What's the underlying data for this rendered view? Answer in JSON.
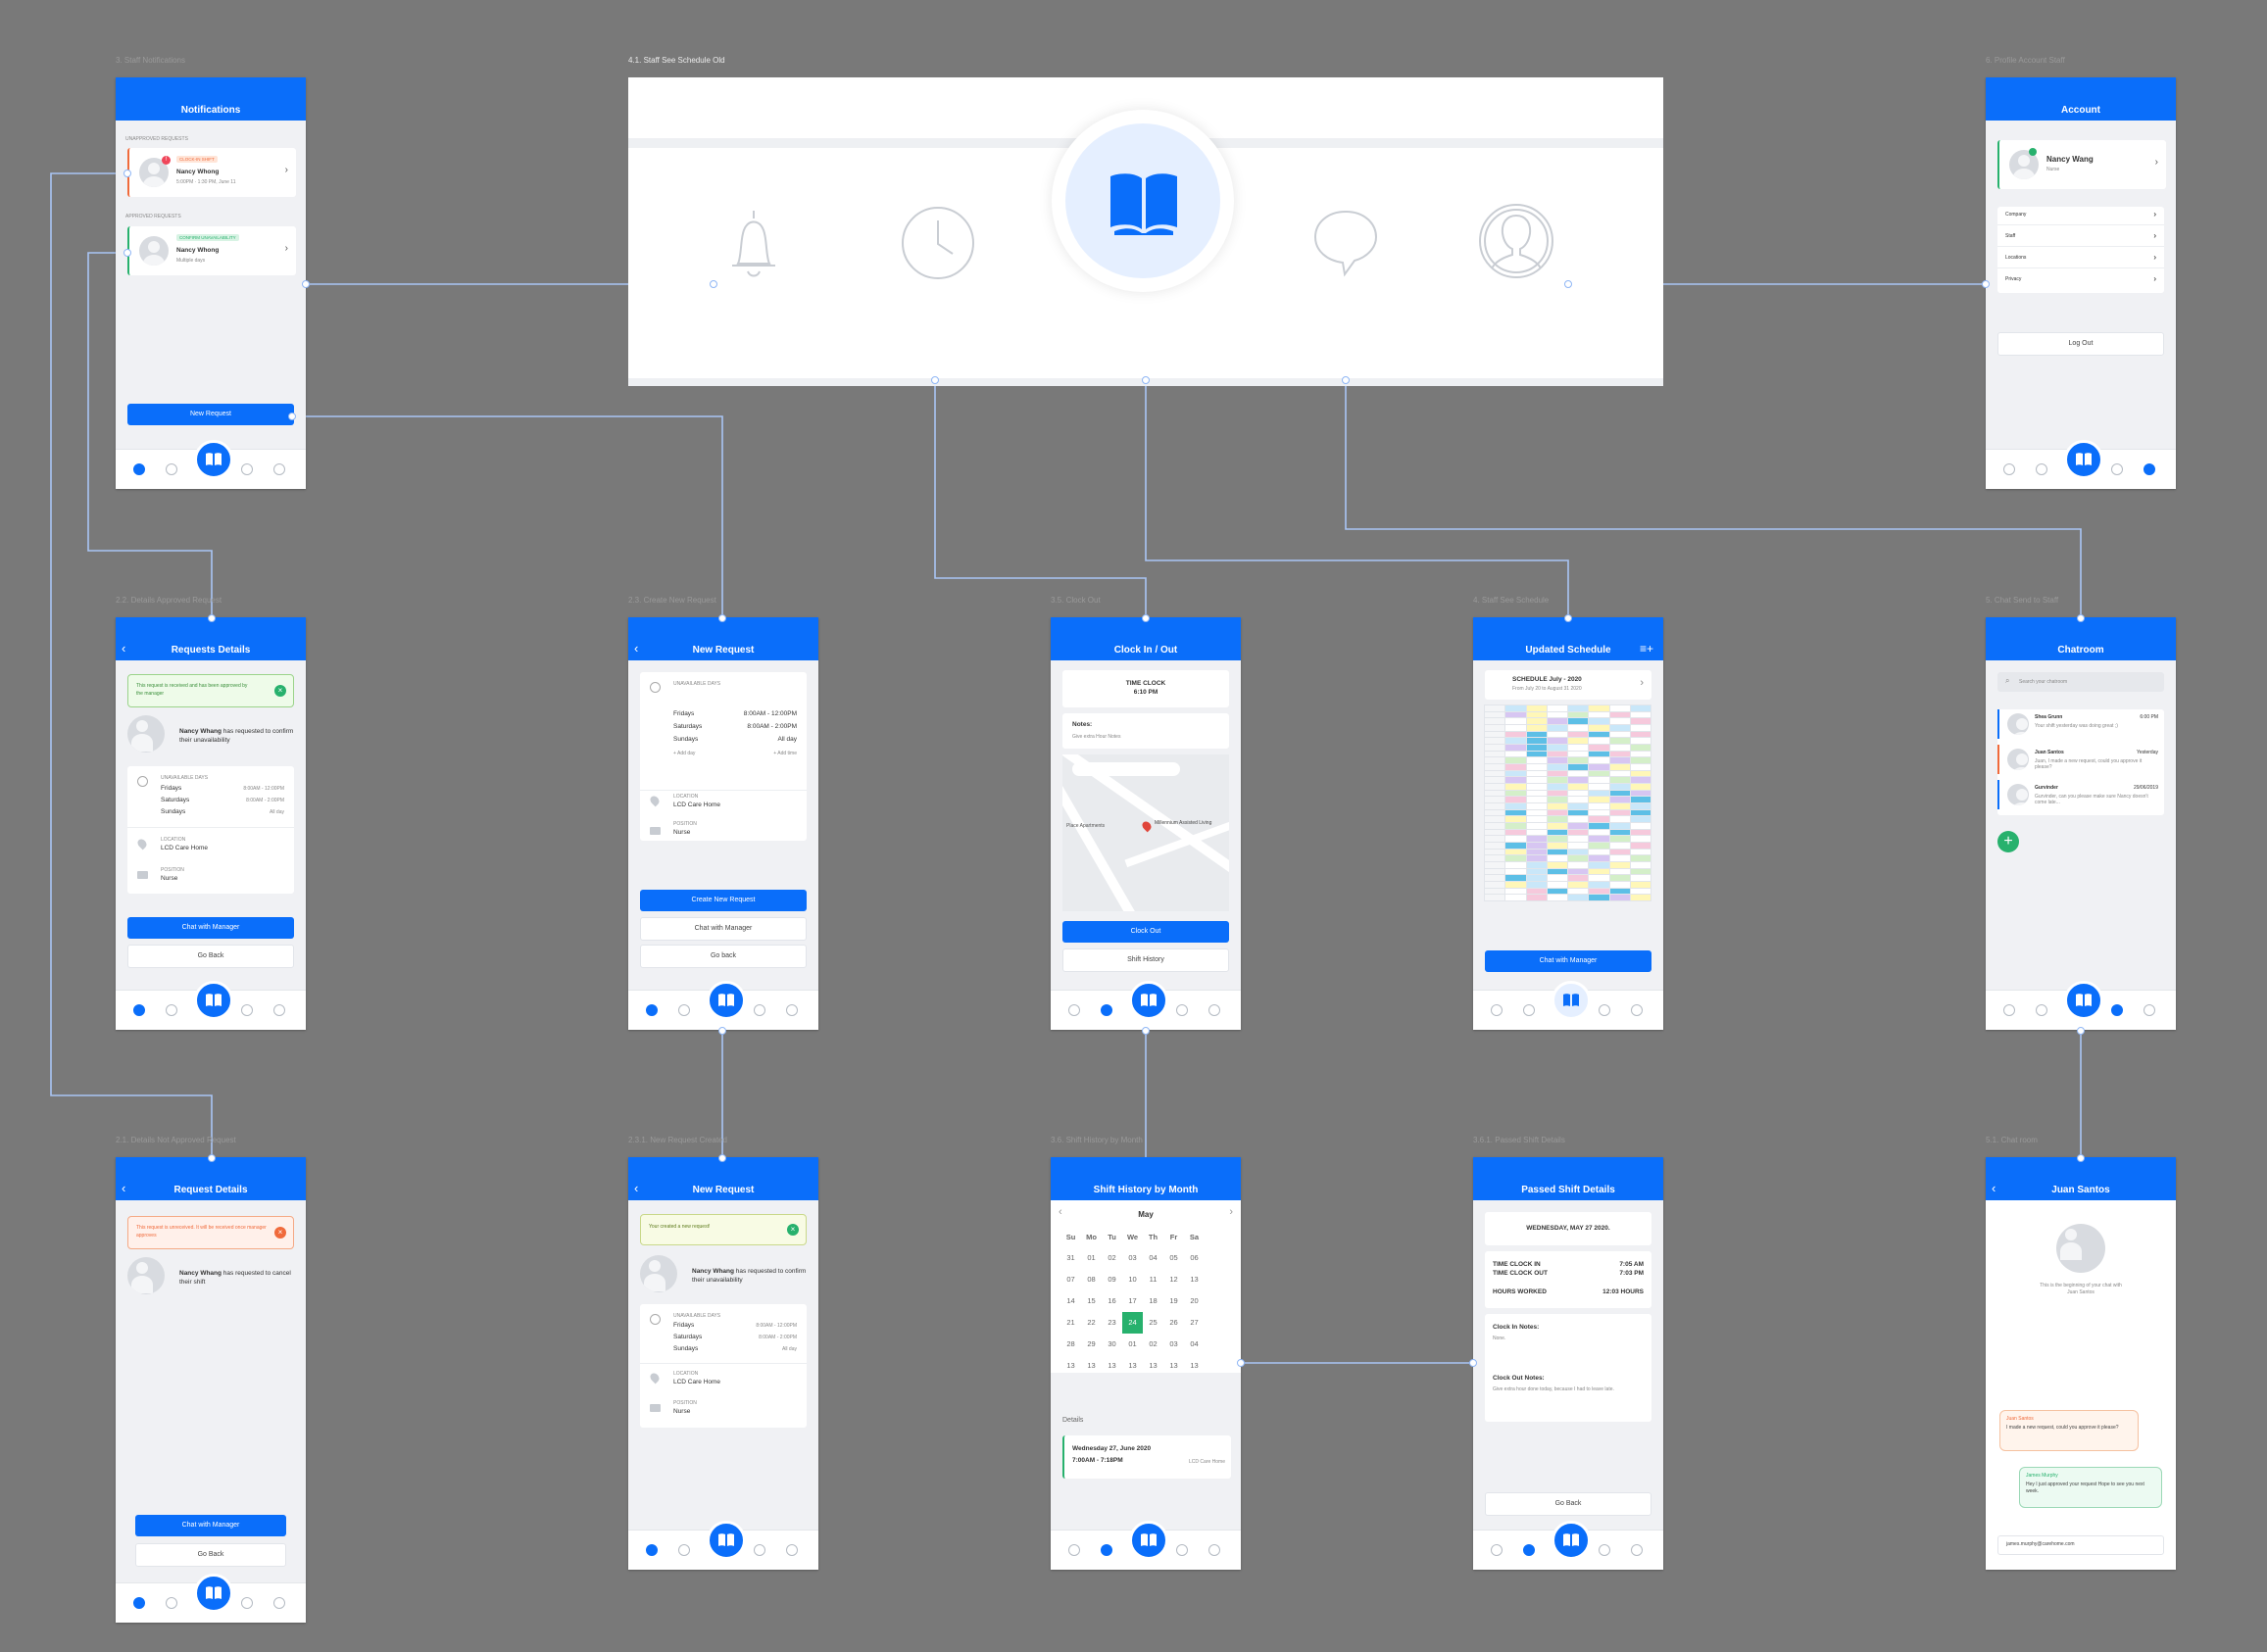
{
  "frame_labels": {
    "notifications": "3. Staff Notifications",
    "schedule": "4.1. Staff See Schedule Old",
    "account": "6. Profile Account Staff",
    "details_approved": "2.2. Details Approved Request",
    "create_new_request": "2.3. Create New Request",
    "clock_out": "3.5. Clock Out",
    "staff_see_schedule": "4. Staff See Schedule",
    "chat_send": "5. Chat Send to Staff",
    "details_not_approved": "2.1. Details Not Approved Request",
    "new_request_created": "2.3.1. New Request Created",
    "shift_history": "3.6. Shift History by Month",
    "passed_shift": "3.6.1. Passed Shift Details",
    "chat_room": "5.1. Chat room"
  },
  "colors": {
    "primary": "#0a6efa",
    "board": "#797979",
    "success": "#27b16d",
    "warning": "#f06a3b"
  },
  "notifications": {
    "title": "Notifications",
    "unapproved_header": "UNAPPROVED REQUESTS",
    "approved_header": "APPROVED REQUESTS",
    "item1": {
      "tag": "CLOCK-IN SHIFT",
      "name": "Nancy Whong",
      "meta": "5:00PM · 1:30 PM, June 11"
    },
    "item2": {
      "tag": "CONFIRM UNAVAILABILITY",
      "name": "Nancy Whong",
      "meta": "Multiple days"
    },
    "new_request": "New Request"
  },
  "account": {
    "title": "Account",
    "name": "Nancy Wang",
    "role": "Nurse",
    "menu": [
      "Company",
      "Staff",
      "Locations",
      "Privacy"
    ],
    "logout": "Log Out"
  },
  "requests_details": {
    "title": "Requests Details",
    "alert": "This request is received and has been approved by the manager",
    "person": "Nancy Whang",
    "message": "has requested to confirm their unavailability",
    "unavail_header": "UNAVAILABLE DAYS",
    "rows": [
      [
        "Fridays",
        "8:00AM - 12:00PM"
      ],
      [
        "Saturdays",
        "8:00AM - 2:00PM"
      ],
      [
        "Sundays",
        "All day"
      ]
    ],
    "location_label": "LOCATION",
    "location": "LCD Care Home",
    "position_label": "POSITION",
    "position": "Nurse",
    "chat": "Chat with Manager",
    "back": "Go Back"
  },
  "new_request": {
    "title": "New Request",
    "unavail_header": "UNAVAILABLE DAYS",
    "rows": [
      [
        "Fridays",
        "8:00AM - 12:00PM"
      ],
      [
        "Saturdays",
        "8:00AM - 2:00PM"
      ],
      [
        "Sundays",
        "All day"
      ]
    ],
    "add_day": "+ Add day",
    "add_time": "+ Add time",
    "location_label": "LOCATION",
    "location": "LCD Care Home",
    "position_label": "POSITION",
    "position": "Nurse",
    "create": "Create New Request",
    "chat": "Chat with Manager",
    "back": "Go back"
  },
  "clock": {
    "title": "Clock In / Out",
    "time_label": "TIME CLOCK",
    "time": "6:10 PM",
    "notes_label": "Notes:",
    "notes_placeholder": "Give extra Hour Notes",
    "map_place": "Millennium Assisted Living",
    "map_area": "Place Apartments",
    "clock_out": "Clock Out",
    "history": "Shift History"
  },
  "schedule": {
    "title": "Updated Schedule",
    "heading": "SCHEDULE July - 2020",
    "sub": "From July 20 to August 31 2020",
    "chat": "Chat with Manager"
  },
  "chatroom": {
    "title": "Chatroom",
    "search_placeholder": "Search your chatroom",
    "items": [
      {
        "name": "Shea Grunn",
        "time": "6:00 PM",
        "msg": "Your shift yesterday was doing great ;)"
      },
      {
        "name": "Juan Santos",
        "time": "Yesterday",
        "msg": "Juan, I made a new request, could you approve it please?"
      },
      {
        "name": "Gurvinder",
        "time": "29/06/2019",
        "msg": "Gurvinder, can you please make sure Nancy doesn't come late..."
      }
    ]
  },
  "request_details_pending": {
    "title": "Request Details",
    "alert": "This request is unreceived. It will be received once manager approves",
    "person": "Nancy Whang",
    "message": "has requested to cancel their shift",
    "chat": "Chat with Manager",
    "back": "Go Back"
  },
  "new_request_created": {
    "title": "New Request",
    "toast": "Your created a new request!",
    "person": "Nancy Whang",
    "message": "has requested to confirm their unavailability",
    "unavail_header": "UNAVAILABLE DAYS",
    "rows": [
      [
        "Fridays",
        "8:00AM - 12:00PM"
      ],
      [
        "Saturdays",
        "8:00AM - 2:00PM"
      ],
      [
        "Sundays",
        "All day"
      ]
    ],
    "location_label": "LOCATION",
    "location": "LCD Care Home",
    "position_label": "POSITION",
    "position": "Nurse"
  },
  "shift_history": {
    "title": "Shift History by Month",
    "month": "May",
    "weekdays": [
      "Su",
      "Mo",
      "Tu",
      "We",
      "Th",
      "Fr",
      "Sa"
    ],
    "weeks": [
      [
        "31",
        "01",
        "02",
        "03",
        "04",
        "05",
        "06"
      ],
      [
        "07",
        "08",
        "09",
        "10",
        "11",
        "12",
        "13"
      ],
      [
        "14",
        "15",
        "16",
        "17",
        "18",
        "19",
        "20"
      ],
      [
        "21",
        "22",
        "23",
        "24",
        "25",
        "26",
        "27"
      ],
      [
        "28",
        "29",
        "30",
        "01",
        "02",
        "03",
        "04"
      ],
      [
        "13",
        "13",
        "13",
        "13",
        "13",
        "13",
        "13"
      ]
    ],
    "selected": "24",
    "details_label": "Details",
    "details_date": "Wednesday 27, June 2020",
    "details_time": "7:00AM - 7:18PM",
    "details_place": "LCD Care Home"
  },
  "passed_shift": {
    "title": "Passed Shift Details",
    "date": "WEDNESDAY, MAY 27 2020.",
    "clock_in_label": "TIME CLOCK IN",
    "clock_in": "7:05 AM",
    "clock_out_label": "TIME CLOCK OUT",
    "clock_out": "7:03 PM",
    "hours_label": "HOURS WORKED",
    "hours": "12:03 HOURS",
    "in_notes_label": "Clock In Notes:",
    "in_notes": "None.",
    "out_notes_label": "Clock Out Notes:",
    "out_notes": "Give extra hour done today, because I had to leave late.",
    "back": "Go Back"
  },
  "chat_juan": {
    "title": "Juan Santos",
    "intro": "This is the beginning of your chat with Juan Santos",
    "msg1_name": "Juan Santos",
    "msg1": "I made a new request, could you approve it please?",
    "msg2_name": "James Murphy",
    "msg2": "Hey I just approved your request Hope to see you next week.",
    "input": "james.murphy@carehome.com"
  }
}
